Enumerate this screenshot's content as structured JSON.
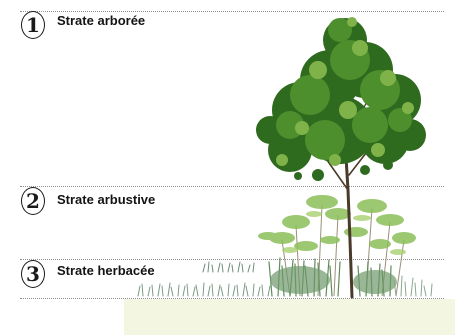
{
  "strata": [
    {
      "number": "1",
      "label": "Strate arborée"
    },
    {
      "number": "2",
      "label": "Strate arbustive"
    },
    {
      "number": "3",
      "label": "Strate herbacée"
    }
  ],
  "colors": {
    "ground": "#f3f7e1",
    "foliage_dark": "#2f6b1f",
    "foliage_mid": "#4d8f2c",
    "foliage_light": "#8cbf5a",
    "trunk": "#4a3a2a",
    "grass": "#7d9a86"
  }
}
